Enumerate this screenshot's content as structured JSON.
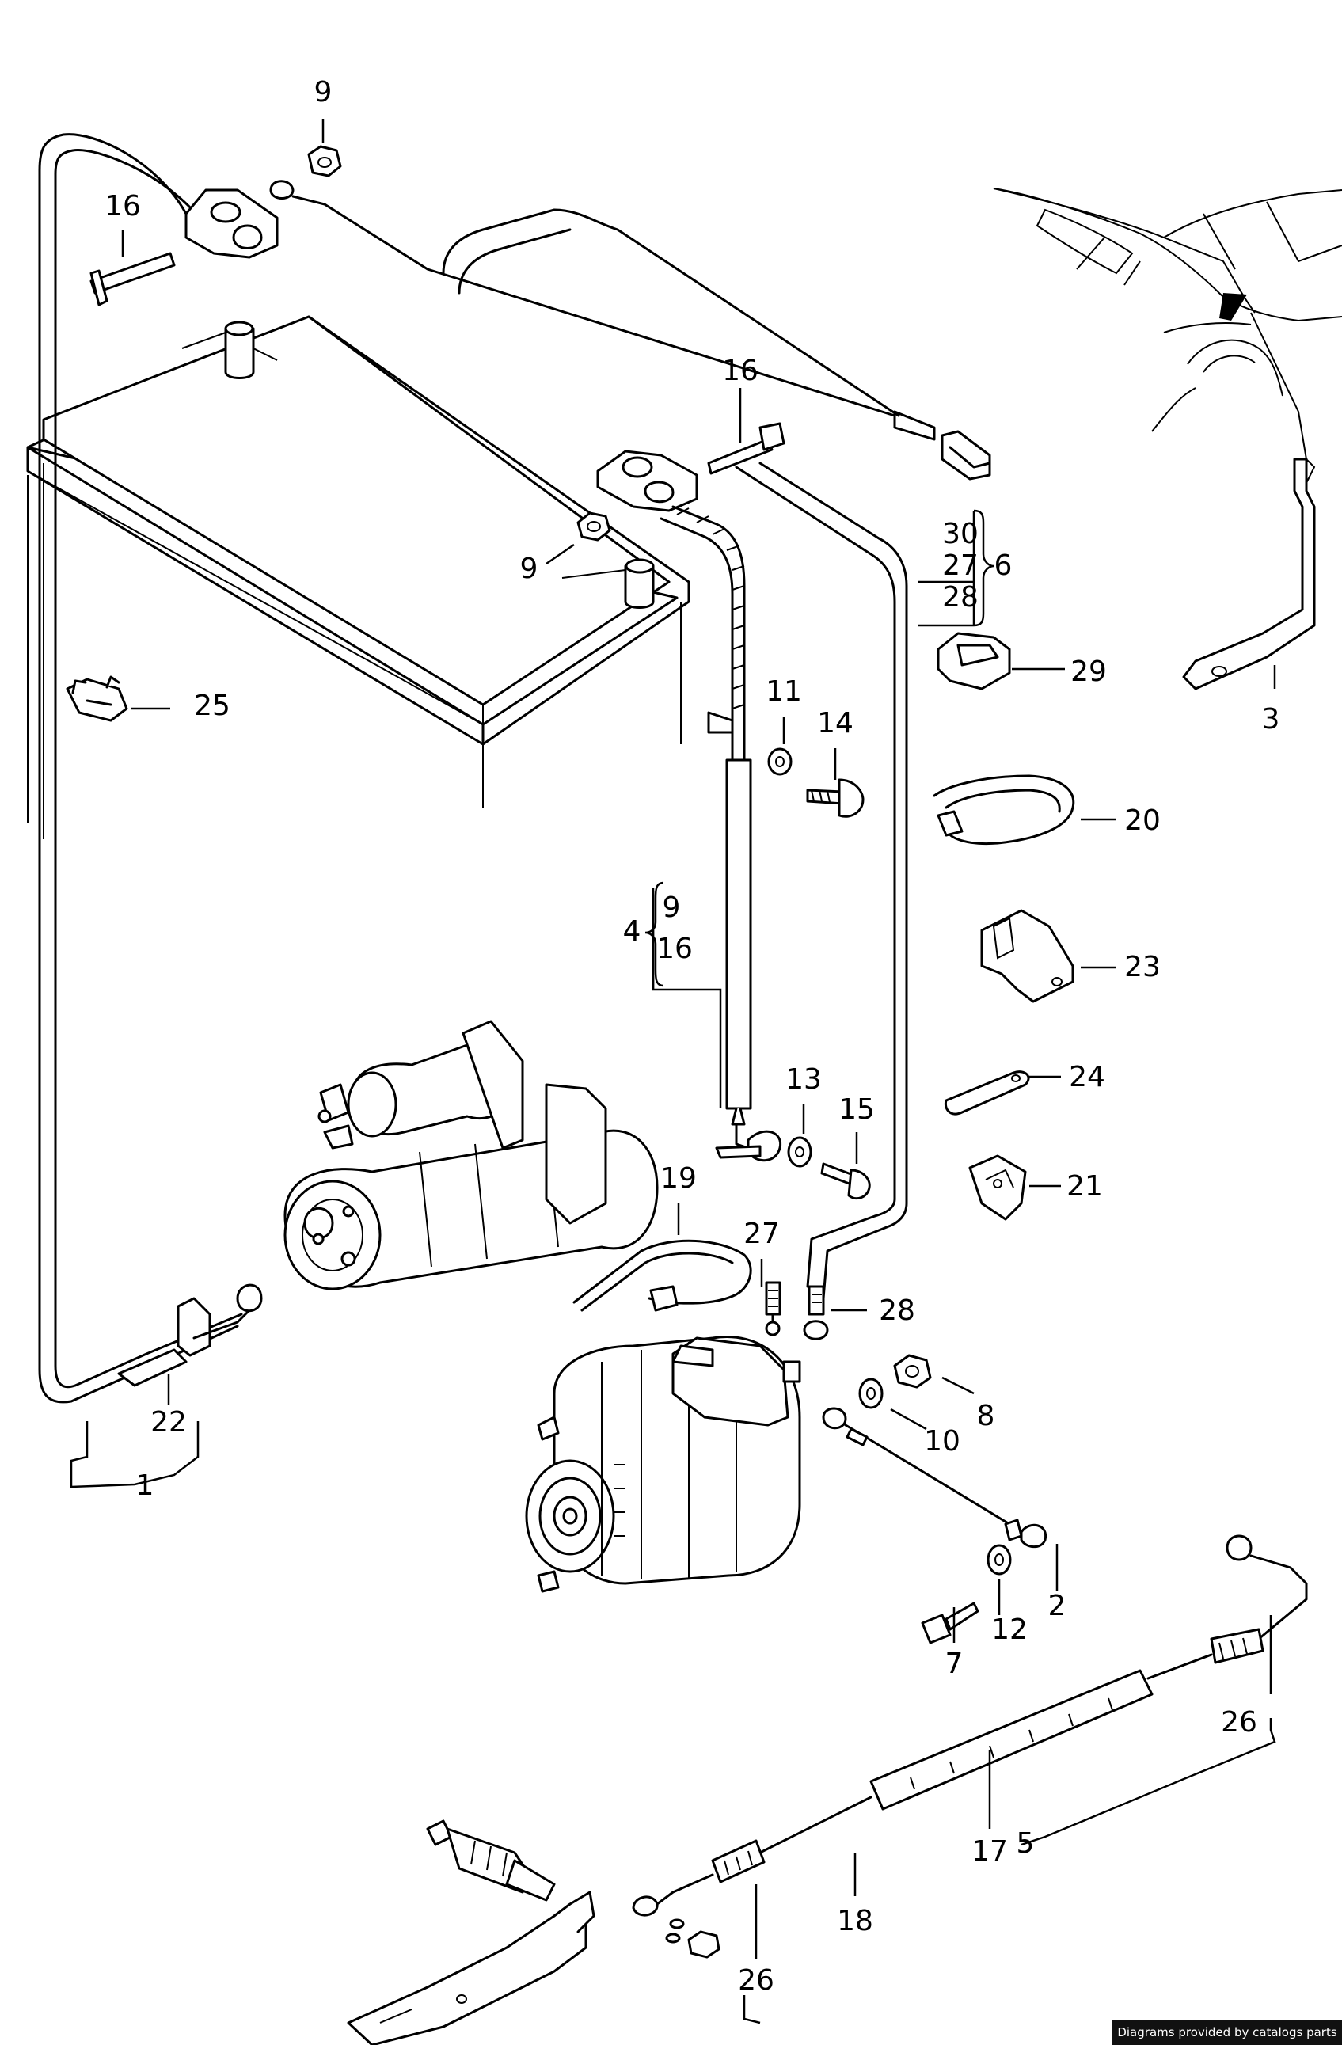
{
  "labels": {
    "p1": "1",
    "p2": "2",
    "p3": "3",
    "p4": "4",
    "p5": "5",
    "p6": "6",
    "p7": "7",
    "p8": "8",
    "p9a": "9",
    "p9b": "9",
    "p9c": "9",
    "p10": "10",
    "p11": "11",
    "p12": "12",
    "p13": "13",
    "p14": "14",
    "p15": "15",
    "p16a": "16",
    "p16b": "16",
    "p16c": "16",
    "p17": "17",
    "p18": "18",
    "p19": "19",
    "p20": "20",
    "p21": "21",
    "p22": "22",
    "p23": "23",
    "p24": "24",
    "p25": "25",
    "p26a": "26",
    "p26b": "26",
    "p27a": "27",
    "p27b": "27",
    "p28a": "28",
    "p28b": "28",
    "p29": "29",
    "p30": "30"
  },
  "credit": "Diagrams provided by catalogs parts"
}
